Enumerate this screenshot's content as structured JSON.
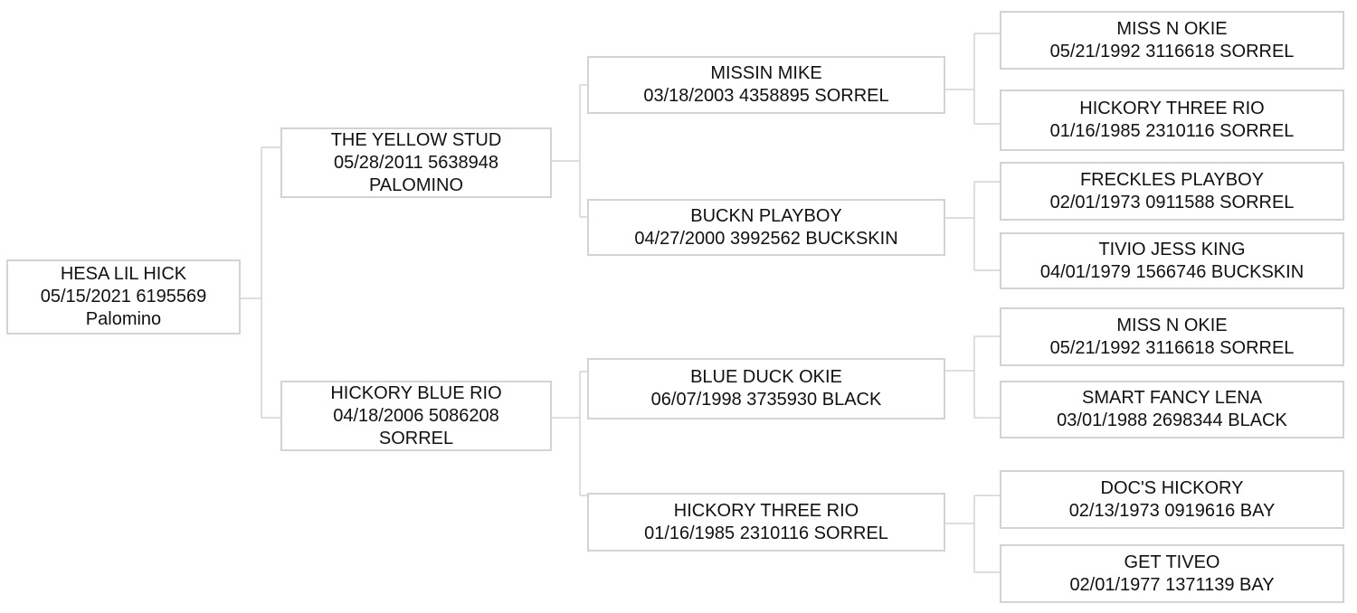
{
  "pedigree": {
    "subject": {
      "name": "HESA LIL HICK",
      "details": "05/15/2021 6195569",
      "color": "Palomino"
    },
    "sire": {
      "name": "THE YELLOW STUD",
      "details": "05/28/2011 5638948",
      "color": "PALOMINO"
    },
    "dam": {
      "name": "HICKORY BLUE RIO",
      "details": "04/18/2006 5086208",
      "color": "SORREL"
    },
    "sire_sire": {
      "name": "MISSIN MIKE",
      "details": "03/18/2003 4358895 SORREL"
    },
    "sire_dam": {
      "name": "BUCKN PLAYBOY",
      "details": "04/27/2000 3992562 BUCKSKIN"
    },
    "dam_sire": {
      "name": "BLUE DUCK OKIE",
      "details": "06/07/1998 3735930 BLACK"
    },
    "dam_dam": {
      "name": "HICKORY THREE RIO",
      "details": "01/16/1985 2310116 SORREL"
    },
    "gen3": [
      {
        "name": "MISS N OKIE",
        "details": "05/21/1992 3116618 SORREL"
      },
      {
        "name": "HICKORY THREE RIO",
        "details": "01/16/1985 2310116 SORREL"
      },
      {
        "name": "FRECKLES PLAYBOY",
        "details": "02/01/1973 0911588 SORREL"
      },
      {
        "name": "TIVIO JESS KING",
        "details": "04/01/1979 1566746 BUCKSKIN"
      },
      {
        "name": "MISS N OKIE",
        "details": "05/21/1992 3116618 SORREL"
      },
      {
        "name": "SMART FANCY LENA",
        "details": "03/01/1988 2698344 BLACK"
      },
      {
        "name": "DOC'S HICKORY",
        "details": "02/13/1973 0919616 BAY"
      },
      {
        "name": "GET TIVEO",
        "details": "02/01/1977 1371139 BAY"
      }
    ],
    "colors": {
      "border": "#d3d3d3",
      "connector": "#d3d3d3",
      "text": "#111111"
    }
  }
}
